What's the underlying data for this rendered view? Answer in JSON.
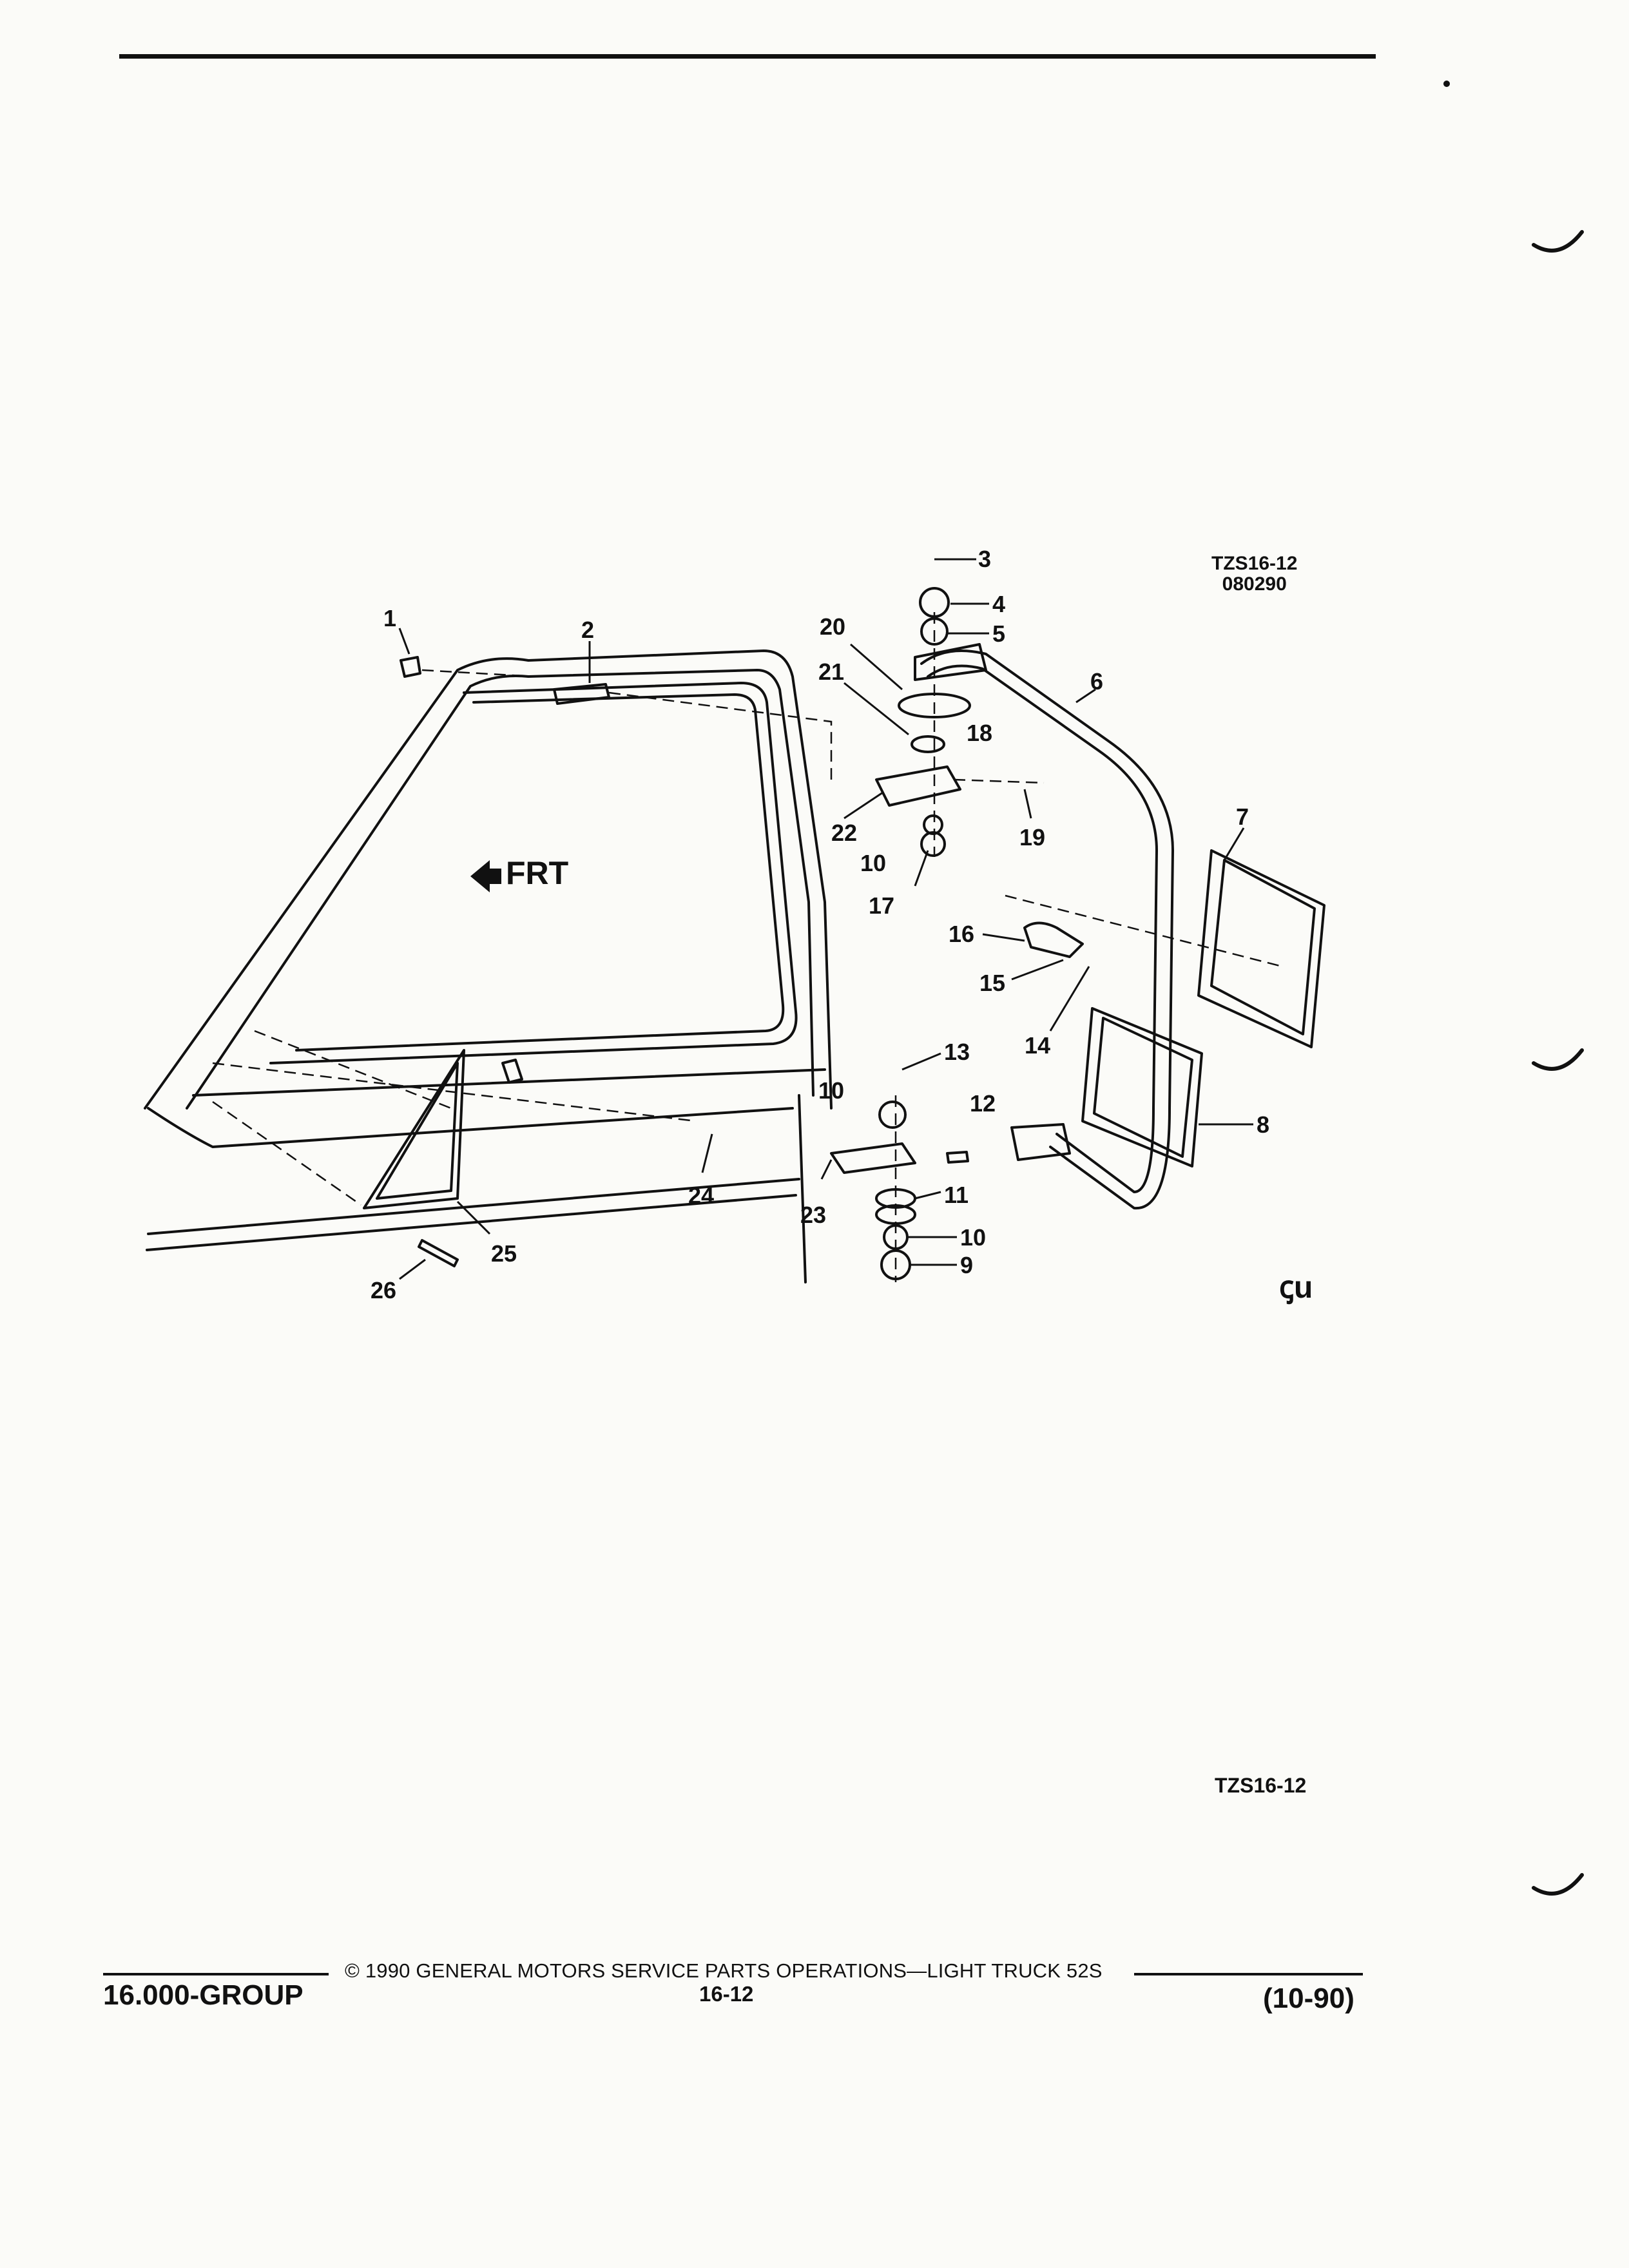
{
  "figure_id_top": "TZS16-12",
  "figure_date_code": "080290",
  "figure_id_bottom": "TZS16-12",
  "direction_label": "FRT",
  "footer": {
    "group": "16.000-GROUP",
    "copyright": "© 1990 GENERAL MOTORS SERVICE PARTS OPERATIONS—LIGHT TRUCK 52S",
    "page_number": "16-12",
    "revision": "(10-90)"
  },
  "callouts": [
    "1",
    "2",
    "3",
    "4",
    "5",
    "6",
    "7",
    "8",
    "9",
    "10",
    "10",
    "10",
    "11",
    "12",
    "13",
    "14",
    "15",
    "16",
    "17",
    "18",
    "19",
    "20",
    "21",
    "22",
    "23",
    "24",
    "25",
    "26"
  ],
  "logo_glyph": "ꞔu"
}
